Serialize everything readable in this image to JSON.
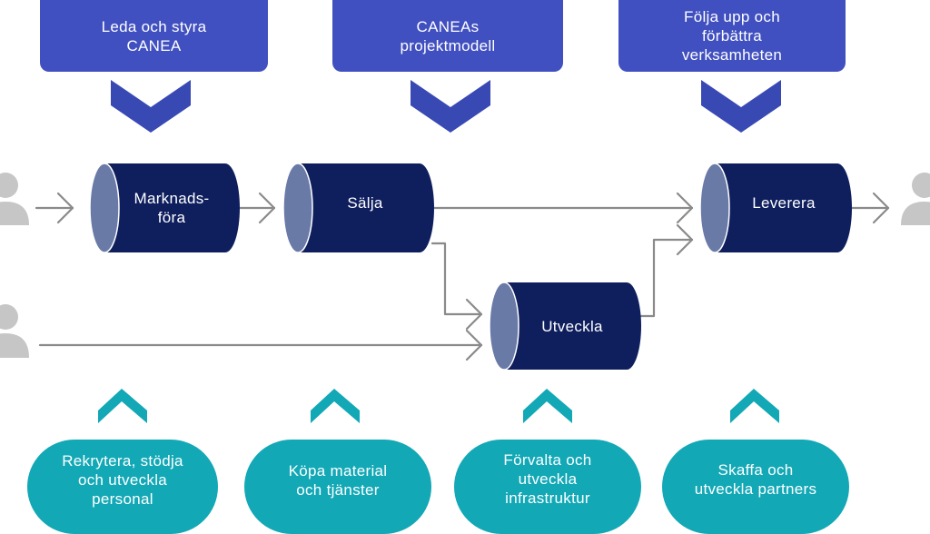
{
  "top_boxes": [
    {
      "text": "Leda och styra\nCANEA"
    },
    {
      "text": "CANEAs\nprojektmodell"
    },
    {
      "text": "Följa upp och\nförbättra\nverksamheten"
    }
  ],
  "process": [
    {
      "label": "Marknads-\nföra"
    },
    {
      "label": "Sälja"
    },
    {
      "label": "Utveckla"
    },
    {
      "label": "Leverera"
    }
  ],
  "support": [
    {
      "text": "Rekrytera, stödja\noch utveckla\npersonal"
    },
    {
      "text": "Köpa material\noch tjänster"
    },
    {
      "text": "Förvalta och\nutveckla\ninfrastruktur"
    },
    {
      "text": "Skaffa och\nutveckla partners"
    }
  ],
  "colors": {
    "top_box": "#4150c0",
    "chevron_down": "#3949b4",
    "cylinder_body": "#0f1f5e",
    "cylinder_end": "#6a7aa6",
    "support_pill": "#12a8b6",
    "arrow": "#8a8a8a",
    "person": "#c6c6c6"
  }
}
